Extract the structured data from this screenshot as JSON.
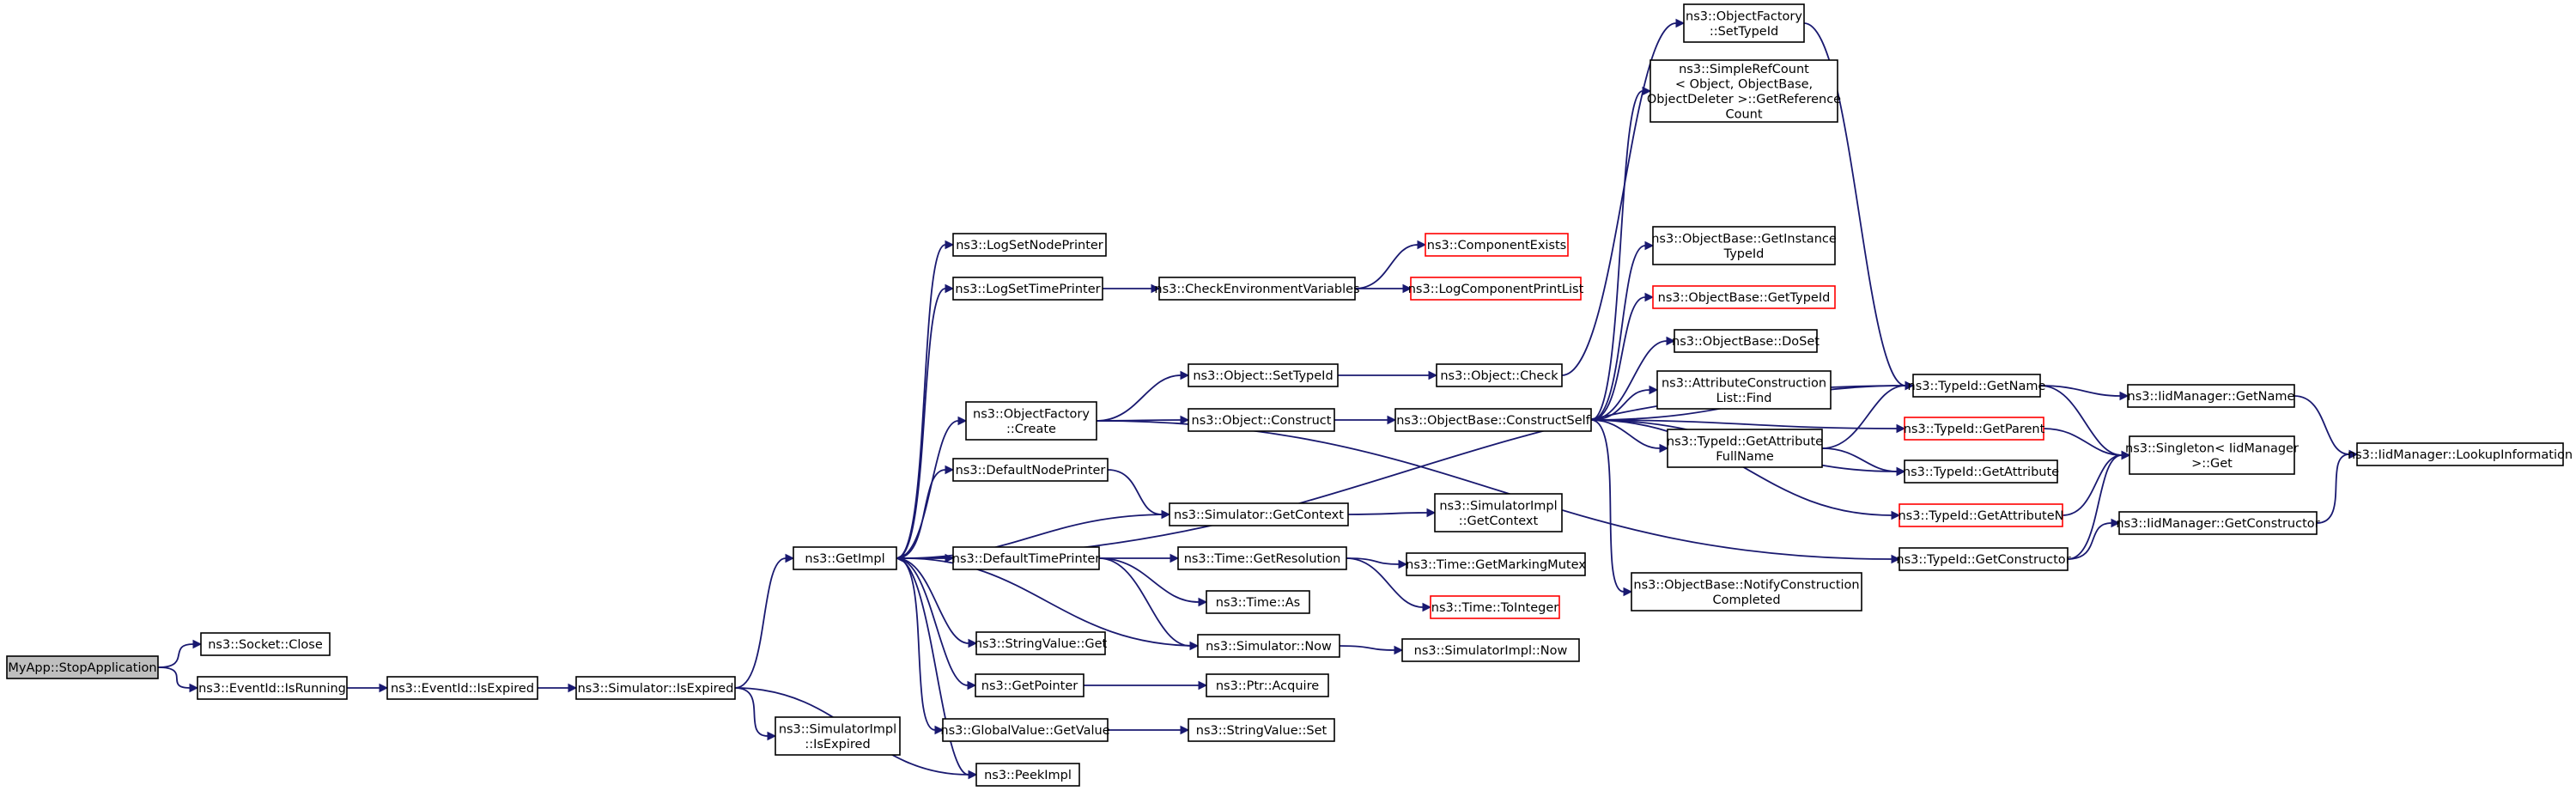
{
  "diagram": {
    "type": "call-graph",
    "colors": {
      "edge": "#191970",
      "node_border": "#000000",
      "highlight_border": "#ff0000",
      "root_fill": "#bfbfbf",
      "background": "#ffffff"
    },
    "nodes": [
      {
        "id": "stop",
        "lines": [
          "MyApp::StopApplication"
        ],
        "root": true
      },
      {
        "id": "sockclose",
        "lines": [
          "ns3::Socket::Close"
        ]
      },
      {
        "id": "isrunning",
        "lines": [
          "ns3::EventId::IsRunning"
        ]
      },
      {
        "id": "eidexpired",
        "lines": [
          "ns3::EventId::IsExpired"
        ]
      },
      {
        "id": "simexpired",
        "lines": [
          "ns3::Simulator::IsExpired"
        ]
      },
      {
        "id": "getimpl",
        "lines": [
          "ns3::GetImpl"
        ]
      },
      {
        "id": "simimplexpired",
        "lines": [
          "ns3::SimulatorImpl",
          "::IsExpired"
        ]
      },
      {
        "id": "peekimpl",
        "lines": [
          "ns3::PeekImpl"
        ]
      },
      {
        "id": "lognode",
        "lines": [
          "ns3::LogSetNodePrinter"
        ]
      },
      {
        "id": "logtime",
        "lines": [
          "ns3::LogSetTimePrinter"
        ]
      },
      {
        "id": "ofcreate",
        "lines": [
          "ns3::ObjectFactory",
          "::Create"
        ]
      },
      {
        "id": "defnode",
        "lines": [
          "ns3::DefaultNodePrinter"
        ]
      },
      {
        "id": "deftime",
        "lines": [
          "ns3::DefaultTimePrinter"
        ]
      },
      {
        "id": "svget",
        "lines": [
          "ns3::StringValue::Get"
        ]
      },
      {
        "id": "getptr",
        "lines": [
          "ns3::GetPointer"
        ]
      },
      {
        "id": "gvget",
        "lines": [
          "ns3::GlobalValue::GetValue"
        ]
      },
      {
        "id": "checkenv",
        "lines": [
          "ns3::CheckEnvironmentVariables"
        ]
      },
      {
        "id": "objsettid",
        "lines": [
          "ns3::Object::SetTypeId"
        ]
      },
      {
        "id": "objconstruct",
        "lines": [
          "ns3::Object::Construct"
        ]
      },
      {
        "id": "simgetctx",
        "lines": [
          "ns3::Simulator::GetContext"
        ]
      },
      {
        "id": "timeres",
        "lines": [
          "ns3::Time::GetResolution"
        ]
      },
      {
        "id": "timeas",
        "lines": [
          "ns3::Time::As"
        ]
      },
      {
        "id": "simnow",
        "lines": [
          "ns3::Simulator::Now"
        ]
      },
      {
        "id": "ptracquire",
        "lines": [
          "ns3::Ptr::Acquire"
        ]
      },
      {
        "id": "svset",
        "lines": [
          "ns3::StringValue::Set"
        ]
      },
      {
        "id": "compexists",
        "lines": [
          "ns3::ComponentExists"
        ],
        "red": true
      },
      {
        "id": "logprint",
        "lines": [
          "ns3::LogComponentPrintList"
        ],
        "red": true
      },
      {
        "id": "objcheck",
        "lines": [
          "ns3::Object::Check"
        ]
      },
      {
        "id": "obconstructself",
        "lines": [
          "ns3::ObjectBase::ConstructSelf"
        ]
      },
      {
        "id": "simimplctx",
        "lines": [
          "ns3::SimulatorImpl",
          "::GetContext"
        ]
      },
      {
        "id": "timemutex",
        "lines": [
          "ns3::Time::GetMarkingMutex"
        ]
      },
      {
        "id": "timetoint",
        "lines": [
          "ns3::Time::ToInteger"
        ],
        "red": true
      },
      {
        "id": "simimplnow",
        "lines": [
          "ns3::SimulatorImpl::Now"
        ]
      },
      {
        "id": "ofsettid",
        "lines": [
          "ns3::ObjectFactory",
          "::SetTypeId"
        ]
      },
      {
        "id": "simplerc",
        "lines": [
          "ns3::SimpleRefCount",
          "< Object, ObjectBase,",
          " ObjectDeleter >::GetReference",
          "Count"
        ]
      },
      {
        "id": "obinsttid",
        "lines": [
          "ns3::ObjectBase::GetInstance",
          "TypeId"
        ]
      },
      {
        "id": "obgettid",
        "lines": [
          "ns3::ObjectBase::GetTypeId"
        ],
        "red": true
      },
      {
        "id": "obdoset",
        "lines": [
          "ns3::ObjectBase::DoSet"
        ]
      },
      {
        "id": "attrcfind",
        "lines": [
          "ns3::AttributeConstruction",
          "List::Find"
        ]
      },
      {
        "id": "tidattrfull",
        "lines": [
          "ns3::TypeId::GetAttribute",
          "FullName"
        ]
      },
      {
        "id": "obnotify",
        "lines": [
          "ns3::ObjectBase::NotifyConstruction",
          "Completed"
        ]
      },
      {
        "id": "tidgetname",
        "lines": [
          "ns3::TypeId::GetName"
        ]
      },
      {
        "id": "tidgetparent",
        "lines": [
          "ns3::TypeId::GetParent"
        ],
        "red": true
      },
      {
        "id": "tidgetattr",
        "lines": [
          "ns3::TypeId::GetAttribute"
        ]
      },
      {
        "id": "tidgetattrn",
        "lines": [
          "ns3::TypeId::GetAttributeN"
        ],
        "red": true
      },
      {
        "id": "tidgetctor",
        "lines": [
          "ns3::TypeId::GetConstructor"
        ]
      },
      {
        "id": "iidgetname",
        "lines": [
          "ns3::IidManager::GetName"
        ]
      },
      {
        "id": "singleton",
        "lines": [
          "ns3::Singleton< IidManager",
          " >::Get"
        ]
      },
      {
        "id": "iidgetctor",
        "lines": [
          "ns3::IidManager::GetConstructor"
        ]
      },
      {
        "id": "iidlookup",
        "lines": [
          "ns3::IidManager::LookupInformation"
        ]
      }
    ],
    "edges": [
      [
        "stop",
        "sockclose"
      ],
      [
        "stop",
        "isrunning"
      ],
      [
        "isrunning",
        "eidexpired"
      ],
      [
        "eidexpired",
        "simexpired"
      ],
      [
        "simexpired",
        "getimpl"
      ],
      [
        "simexpired",
        "simimplexpired"
      ],
      [
        "simexpired",
        "peekimpl"
      ],
      [
        "getimpl",
        "lognode"
      ],
      [
        "getimpl",
        "logtime"
      ],
      [
        "getimpl",
        "ofcreate"
      ],
      [
        "getimpl",
        "defnode"
      ],
      [
        "getimpl",
        "deftime"
      ],
      [
        "getimpl",
        "svget"
      ],
      [
        "getimpl",
        "getptr"
      ],
      [
        "getimpl",
        "gvget"
      ],
      [
        "getimpl",
        "peekimpl"
      ],
      [
        "getimpl",
        "tidgetname"
      ],
      [
        "logtime",
        "checkenv"
      ],
      [
        "checkenv",
        "compexists"
      ],
      [
        "checkenv",
        "logprint"
      ],
      [
        "ofcreate",
        "objsettid"
      ],
      [
        "ofcreate",
        "objconstruct"
      ],
      [
        "ofcreate",
        "tidgetctor"
      ],
      [
        "objsettid",
        "objcheck"
      ],
      [
        "objcheck",
        "ofsettid"
      ],
      [
        "objconstruct",
        "obconstructself"
      ],
      [
        "defnode",
        "simgetctx"
      ],
      [
        "simgetctx",
        "getimpl"
      ],
      [
        "simgetctx",
        "simimplctx"
      ],
      [
        "deftime",
        "timeres"
      ],
      [
        "deftime",
        "timeas"
      ],
      [
        "deftime",
        "simnow"
      ],
      [
        "simnow",
        "getimpl"
      ],
      [
        "simnow",
        "simimplnow"
      ],
      [
        "timeres",
        "timemutex"
      ],
      [
        "timeres",
        "timetoint"
      ],
      [
        "getptr",
        "ptracquire"
      ],
      [
        "gvget",
        "svset"
      ],
      [
        "obconstructself",
        "simplerc"
      ],
      [
        "obconstructself",
        "obinsttid"
      ],
      [
        "obconstructself",
        "obgettid"
      ],
      [
        "obconstructself",
        "obdoset"
      ],
      [
        "obconstructself",
        "attrcfind"
      ],
      [
        "obconstructself",
        "tidattrfull"
      ],
      [
        "obconstructself",
        "obnotify"
      ],
      [
        "obconstructself",
        "tidgetname"
      ],
      [
        "obconstructself",
        "tidgetparent"
      ],
      [
        "obconstructself",
        "tidgetattr"
      ],
      [
        "obconstructself",
        "tidgetattrn"
      ],
      [
        "ofsettid",
        "tidgetname"
      ],
      [
        "tidattrfull",
        "tidgetname"
      ],
      [
        "tidattrfull",
        "tidgetattr"
      ],
      [
        "tidgetname",
        "iidgetname"
      ],
      [
        "tidgetname",
        "singleton"
      ],
      [
        "tidgetparent",
        "singleton"
      ],
      [
        "tidgetattrn",
        "singleton"
      ],
      [
        "tidgetctor",
        "singleton"
      ],
      [
        "tidgetctor",
        "iidgetctor"
      ],
      [
        "iidgetname",
        "iidlookup"
      ],
      [
        "iidgetctor",
        "iidlookup"
      ]
    ]
  }
}
